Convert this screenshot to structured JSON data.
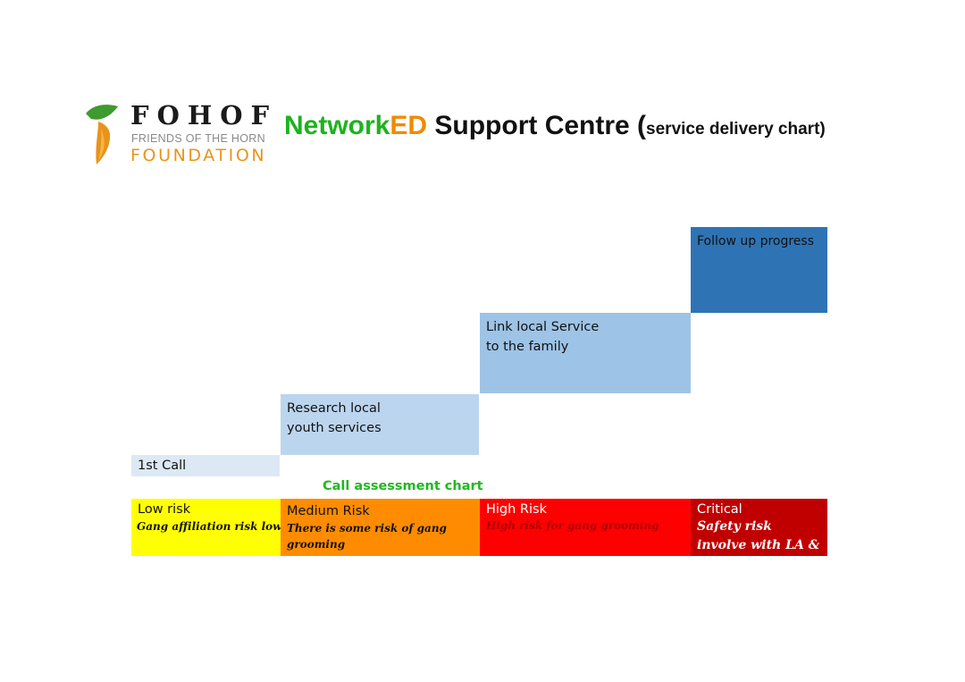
{
  "logo": {
    "name": "FOHOF",
    "subtitle": "FRIENDS OF THE HORN",
    "org": "FOUNDATION",
    "colors": {
      "leaf": "#3f9a2f",
      "flame": "#e8941a",
      "text": "#1b1b1b"
    }
  },
  "title": {
    "part_network": "Network",
    "part_ed": "ED",
    "part_main": " Support Centre (",
    "part_small": "service delivery chart)"
  },
  "steps": [
    {
      "lines": [
        "1st Call"
      ],
      "color": "#dde8f5"
    },
    {
      "lines": [
        "Research local",
        "youth services"
      ],
      "color": "#bcd5ee"
    },
    {
      "lines": [
        "Link local Service",
        "to the family"
      ],
      "color": "#9dc3e6"
    },
    {
      "lines": [
        "Follow up progress"
      ],
      "color": "#2e74b5"
    }
  ],
  "assessment": {
    "title": "Call assessment chart",
    "levels": [
      {
        "label": "Low risk",
        "description": "Gang affiliation risk low",
        "color": "#ffff00",
        "text_color": "#111111"
      },
      {
        "label": "Medium Risk",
        "description": "There is some risk of gang grooming",
        "color": "#ff8c00",
        "text_color": "#111111"
      },
      {
        "label": "High Risk",
        "description": "High risk for gang grooming",
        "color": "#ff0000",
        "text_color": "#ffffff"
      },
      {
        "label": "Critical",
        "description": "Safety risk involve with LA & Police",
        "color": "#c00000",
        "text_color": "#ffffff"
      }
    ]
  }
}
